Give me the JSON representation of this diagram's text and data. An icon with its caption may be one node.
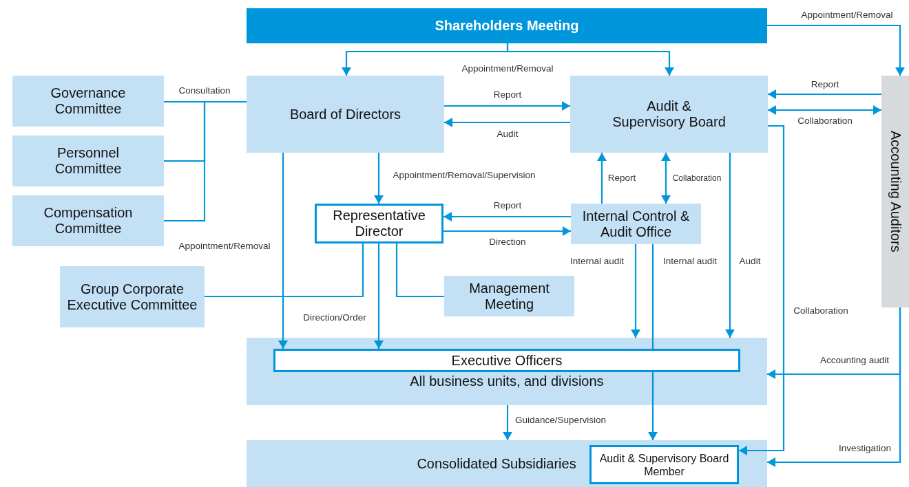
{
  "diagram": {
    "nodes": [
      {
        "text": [
          "Shareholders Meeting"
        ]
      },
      {
        "text": [
          "Governance Committee"
        ]
      },
      {
        "text": [
          "Personnel Committee"
        ]
      },
      {
        "text": [
          "Compensation Committee"
        ]
      },
      {
        "text": [
          "Board of Directors"
        ]
      },
      {
        "text": [
          "Audit & Supervisory Board"
        ]
      },
      {
        "text": [
          "Accounting Auditors"
        ]
      },
      {
        "text": [
          "Representative Director"
        ]
      },
      {
        "text": [
          "Internal Control & Audit Office"
        ]
      },
      {
        "text": [
          "Group Corporate Executive Committee"
        ]
      },
      {
        "text": [
          "Management Meeting"
        ]
      },
      {
        "text": [
          "All business units, and divisions"
        ]
      },
      {
        "text": [
          "Executive Officers"
        ],
        "in": 11
      },
      {
        "text": [
          "Consolidated Subsidiaries"
        ]
      },
      {
        "text": [
          "Audit & Supervisory Board Member"
        ],
        "in": 13
      }
    ],
    "edges": [
      {
        "from": 0,
        "to": 4,
        "arrow": "to",
        "label": "Appointment/Removal"
      },
      {
        "from": 0,
        "to": 5,
        "arrow": "to"
      },
      {
        "from": 0,
        "to": 6,
        "arrow": "to",
        "label": "Appointment/Removal"
      },
      {
        "from": 1,
        "to": 4,
        "arrow": "none",
        "label": "Consultation"
      },
      {
        "from": 2,
        "to": 4,
        "arrow": "none"
      },
      {
        "from": 3,
        "to": 4,
        "arrow": "none"
      },
      {
        "from": 4,
        "to": 5,
        "arrow": "to",
        "label": "Report"
      },
      {
        "from": 5,
        "to": 4,
        "arrow": "to",
        "label": "Audit"
      },
      {
        "from": 6,
        "to": 5,
        "arrow": "to",
        "label": "Report"
      },
      {
        "from": 5,
        "to": 6,
        "arrow": "both",
        "label": "Collaboration"
      },
      {
        "from": 4,
        "to": 7,
        "arrow": "to",
        "label": "Appointment/Removal/Supervision"
      },
      {
        "from": 4,
        "to": 12,
        "arrow": "to",
        "label": "Appointment/Removal"
      },
      {
        "from": 8,
        "to": 5,
        "arrow": "to",
        "label": "Report"
      },
      {
        "from": 5,
        "to": 8,
        "arrow": "both",
        "label": "Collaboration"
      },
      {
        "from": 8,
        "to": 7,
        "arrow": "to",
        "label": "Report"
      },
      {
        "from": 7,
        "to": 8,
        "arrow": "to",
        "label": "Direction"
      },
      {
        "from": 7,
        "to": 9,
        "arrow": "none"
      },
      {
        "from": 7,
        "to": 12,
        "arrow": "to",
        "label": "Direction/Order"
      },
      {
        "from": 7,
        "to": 10,
        "arrow": "none"
      },
      {
        "from": 8,
        "to": 11,
        "arrow": "to",
        "label": "Internal audit"
      },
      {
        "from": 8,
        "to": 12,
        "arrow": "none",
        "label": "Internal audit"
      },
      {
        "from": 5,
        "to": 11,
        "arrow": "to",
        "label": "Audit"
      },
      {
        "from": 5,
        "to": 14,
        "arrow": "to",
        "label": "Collaboration"
      },
      {
        "from": 6,
        "to": 11,
        "arrow": "to",
        "label": "Accounting audit"
      },
      {
        "from": 6,
        "to": 13,
        "arrow": "to",
        "label": "Investigation"
      },
      {
        "from": 11,
        "to": 13,
        "arrow": "to",
        "label": "Guidance/Supervision"
      },
      {
        "from": 12,
        "to": 13,
        "arrow": "to"
      }
    ]
  }
}
